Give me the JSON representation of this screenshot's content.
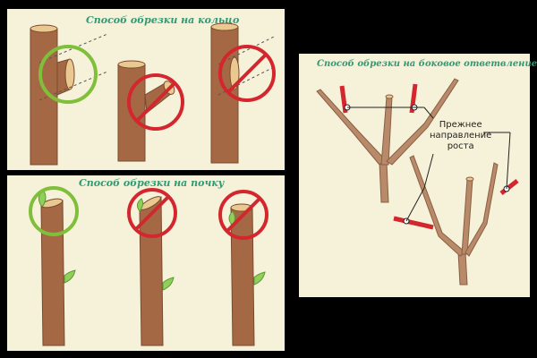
{
  "panels": {
    "ring": {
      "title": "Способ обрезки на кольцо"
    },
    "bud": {
      "title": "Способ обрезки на почку"
    },
    "side": {
      "title": "Способ обрезки на боковое ответвление",
      "label_lines": [
        "Прежнее",
        "направление",
        "роста"
      ]
    }
  },
  "colors": {
    "panel_bg": "#f6f1d9",
    "title": "#2f9a73",
    "bark": "#a56845",
    "bark_dark": "#7a4a2e",
    "cut": "#e9c98f",
    "correct": "#7fbf3a",
    "wrong": "#d4262e",
    "bud": "#8fcf5a"
  }
}
